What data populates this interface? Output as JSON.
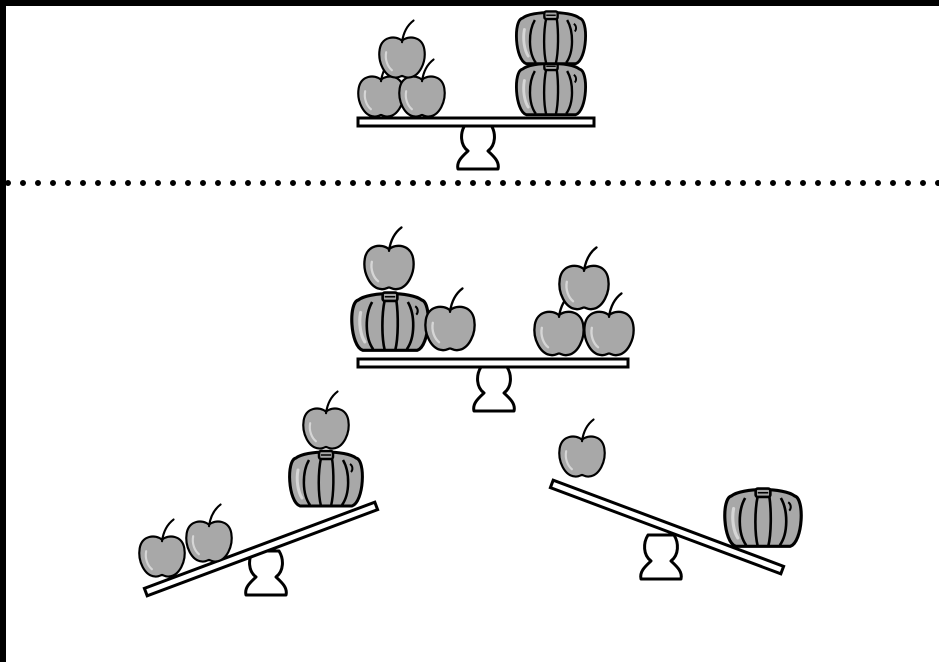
{
  "theme": {
    "stroke": "#000000",
    "fruit_fill": "#a8a8a8",
    "fruit_highlight": "#d6d6d6",
    "background": "#ffffff"
  },
  "icons": {
    "apple": "apple-icon",
    "pumpkin": "pumpkin-icon",
    "fulcrum": "fulcrum-icon"
  },
  "panels": {
    "top": {
      "scale": "balanced",
      "left_pan": [
        "apple",
        "apple",
        "apple"
      ],
      "right_pan": [
        "pumpkin",
        "pumpkin"
      ]
    },
    "bottom": {
      "scales": [
        {
          "id": "center",
          "tilt": "level",
          "left_pan": [
            "pumpkin",
            "apple",
            "apple"
          ],
          "right_pan": [
            "apple",
            "apple",
            "apple"
          ]
        },
        {
          "id": "left",
          "tilt": "down-left",
          "left_pan": [
            "apple",
            "apple"
          ],
          "right_pan": [
            "pumpkin",
            "apple"
          ]
        },
        {
          "id": "right",
          "tilt": "down-right",
          "left_pan": [
            "apple"
          ],
          "right_pan": [
            "pumpkin"
          ]
        }
      ]
    }
  }
}
